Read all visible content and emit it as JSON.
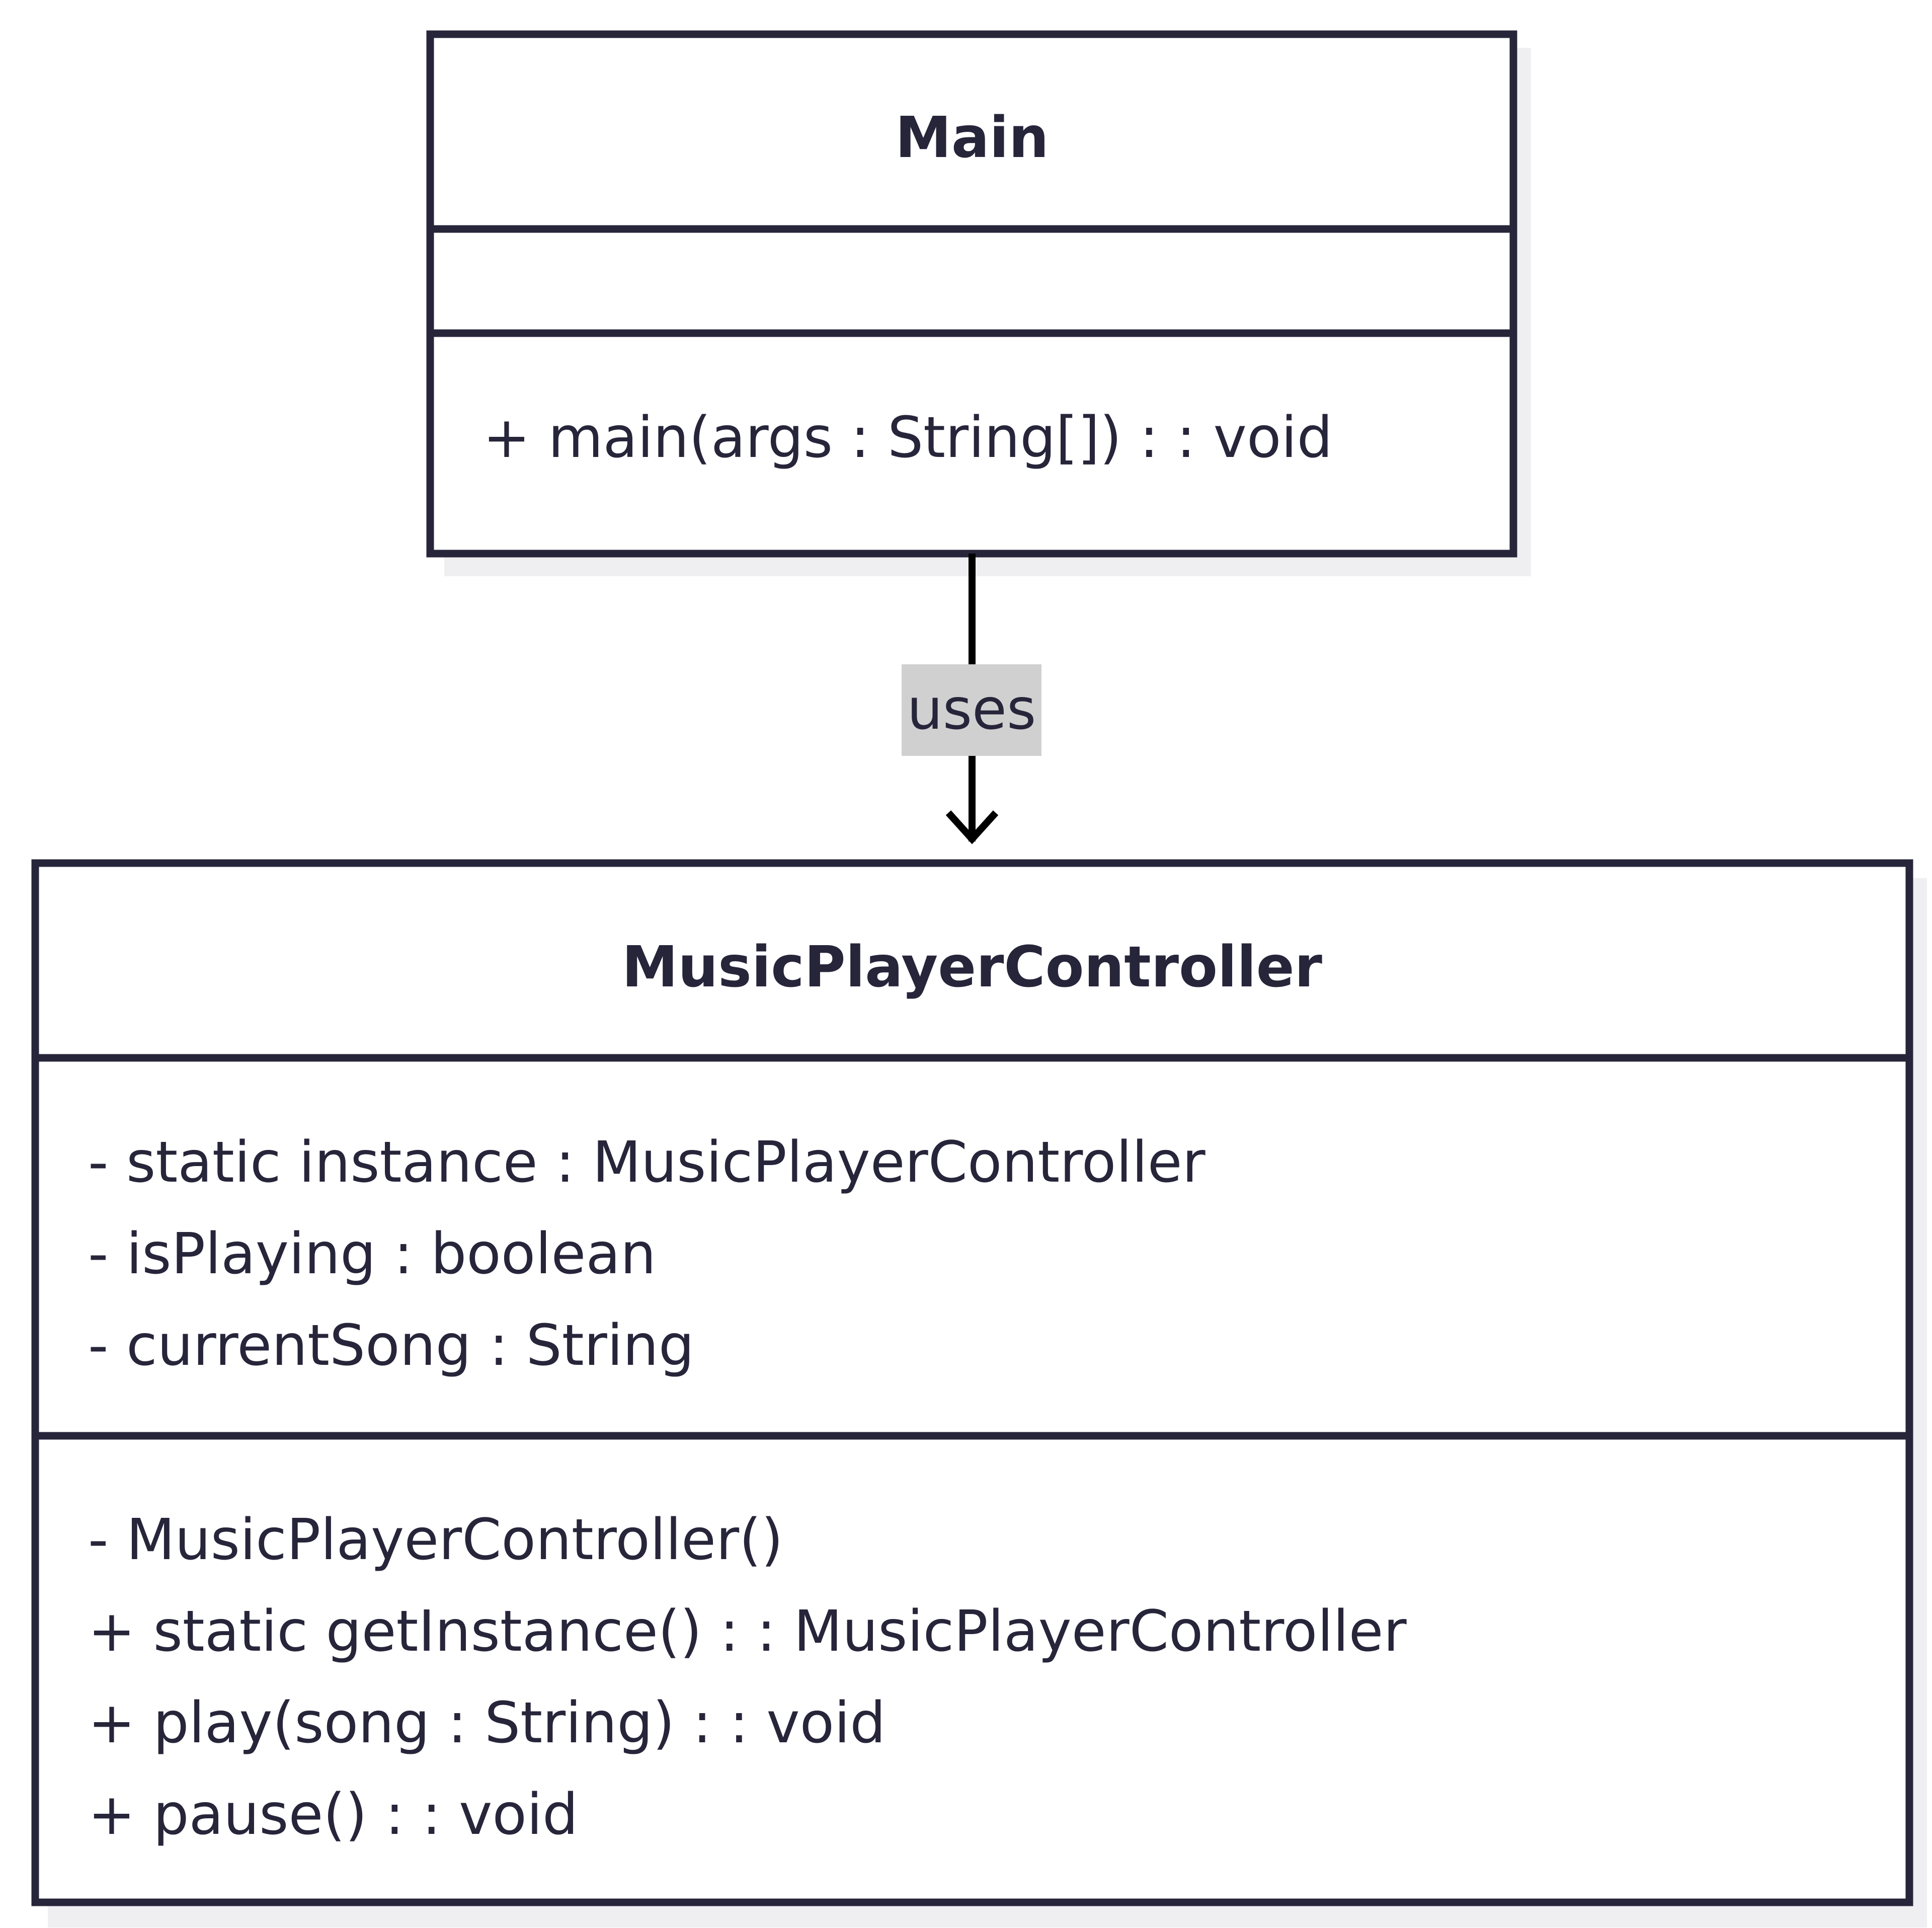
{
  "colors": {
    "border": "#27253a",
    "text": "#27253a",
    "shadow": "#efeff2",
    "edge": "#000000",
    "edge_label_bg": "#d0d0d0"
  },
  "classes": {
    "main": {
      "name": "Main",
      "attributes": [],
      "methods": [
        "+ main(args : String[]) : : void"
      ]
    },
    "controller": {
      "name": "MusicPlayerController",
      "attributes": [
        "- static instance : MusicPlayerController",
        "- isPlaying : boolean",
        "- currentSong : String"
      ],
      "methods": [
        "- MusicPlayerController()",
        "+ static getInstance() : : MusicPlayerController",
        "+ play(song : String) : : void",
        "+ pause() : : void"
      ]
    }
  },
  "relation": {
    "label": "uses",
    "from": "Main",
    "to": "MusicPlayerController",
    "arrow": "open-arrow"
  }
}
